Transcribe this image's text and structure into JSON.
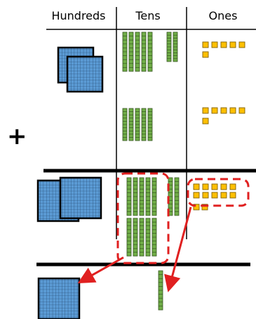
{
  "headers": {
    "hundreds": "Hundreds",
    "tens": "Tens",
    "ones": "Ones"
  },
  "operator": "+",
  "addend1": {
    "hundreds": 2,
    "tens": 7,
    "ones": 6
  },
  "addend2": {
    "hundreds": 0,
    "tens": 5,
    "ones": 6
  },
  "combined": {
    "hundreds": 2,
    "tens": 12,
    "ones": 12
  },
  "regrouped": {
    "hundreds": 1,
    "tens": 1
  },
  "colors": {
    "hundreds_fill": "#5b9bd5",
    "tens_fill": "#70ad47",
    "ones_fill": "#ffc000",
    "regroup_outline": "#e02020",
    "arrow": "#e02020",
    "line": "#000000"
  },
  "icons": [
    "hundred-flat-icon",
    "ten-rod-icon",
    "one-unit-icon",
    "regroup-arrow-icon"
  ]
}
